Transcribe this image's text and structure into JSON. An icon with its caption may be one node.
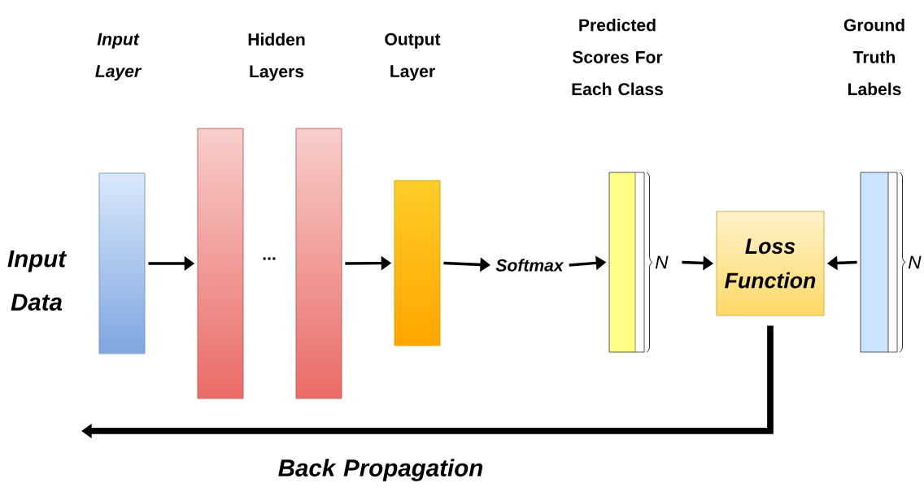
{
  "diagram": {
    "nodes": [
      {
        "text": [],
        "shape": "bar"
      },
      {
        "text": [],
        "shape": "bar"
      },
      {
        "text": [],
        "shape": "bar"
      },
      {
        "text": [],
        "shape": "bar"
      },
      {
        "text": [
          "Softmax"
        ]
      },
      {
        "text": [],
        "shape": "bar",
        "beside": [
          "N"
        ]
      },
      {
        "text": [
          "Loss Function"
        ]
      },
      {
        "text": [],
        "shape": "bar",
        "beside": [
          "N"
        ]
      }
    ],
    "edges": [
      {
        "from": 0,
        "to": 1,
        "arrow": "to"
      },
      {
        "from": 2,
        "to": 3,
        "arrow": "to"
      },
      {
        "from": 3,
        "to": 4,
        "arrow": "to"
      },
      {
        "from": 4,
        "to": 5,
        "arrow": "to"
      },
      {
        "from": 5,
        "to": 6,
        "arrow": "to"
      },
      {
        "from": 7,
        "to": 6,
        "arrow": "to"
      },
      {
        "from": 6,
        "to": null,
        "arrow": "to",
        "style": "thick"
      }
    ],
    "labels": [
      "Input Layer",
      "Hidden Layers",
      "Output Layer",
      "Predicted Scores For Each Class",
      "Ground Truth Labels",
      "Input Data",
      "...",
      "Back Propagation"
    ]
  }
}
